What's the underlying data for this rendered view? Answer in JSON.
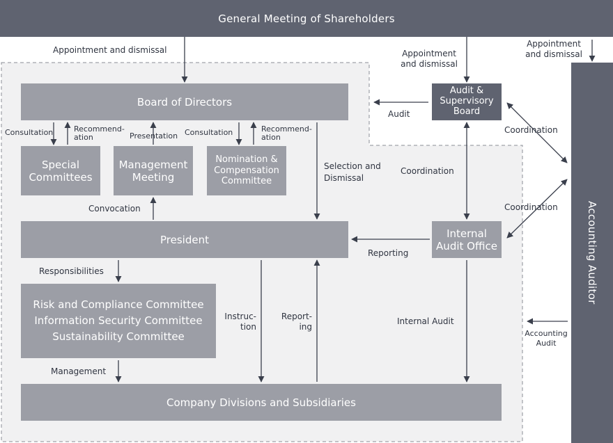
{
  "header": {
    "title": "General Meeting of Shareholders"
  },
  "nodes": {
    "board": "Board of Directors",
    "special": "Special\nCommittees",
    "management_meeting": "Management\nMeeting",
    "nomination": "Nomination &\nCompensation\nCommittee",
    "audit_board": "Audit &\nSupervisory\nBoard",
    "president": "President",
    "internal_audit_office": "Internal\nAudit Office",
    "committees": "Risk and Compliance Committee\nInformation Security Committee\nSustainability Committee",
    "divisions": "Company Divisions and Subsidiaries",
    "accounting_auditor": "Accounting Auditor"
  },
  "labels": {
    "appointment_left": "Appointment and dismissal",
    "appointment_mid": "Appointment\nand dismissal",
    "appointment_right": "Appointment\nand dismissal",
    "audit": "Audit",
    "coordination_top": "Coordination",
    "consultation_left": "Consultation",
    "recommendation_left": "Recommend-\nation",
    "presentation": "Presentation",
    "consultation_right": "Consultation",
    "recommendation_right": "Recommend-\nation",
    "selection": "Selection and\nDismissal",
    "coordination_mid": "Coordination",
    "coordination_lower": "Coordination",
    "convocation": "Convocation",
    "reporting_right": "Reporting",
    "responsibilities": "Responsibilities",
    "instruction": "Instruc-\ntion",
    "reporting_center": "Report-\ning",
    "internal_audit": "Internal Audit",
    "accounting_audit": "Accounting\nAudit",
    "management": "Management"
  },
  "colors": {
    "dark_box": "#5f6370",
    "light_box": "#9c9ea6",
    "region_fill": "#f1f1f2",
    "line": "#3a3f4c"
  }
}
